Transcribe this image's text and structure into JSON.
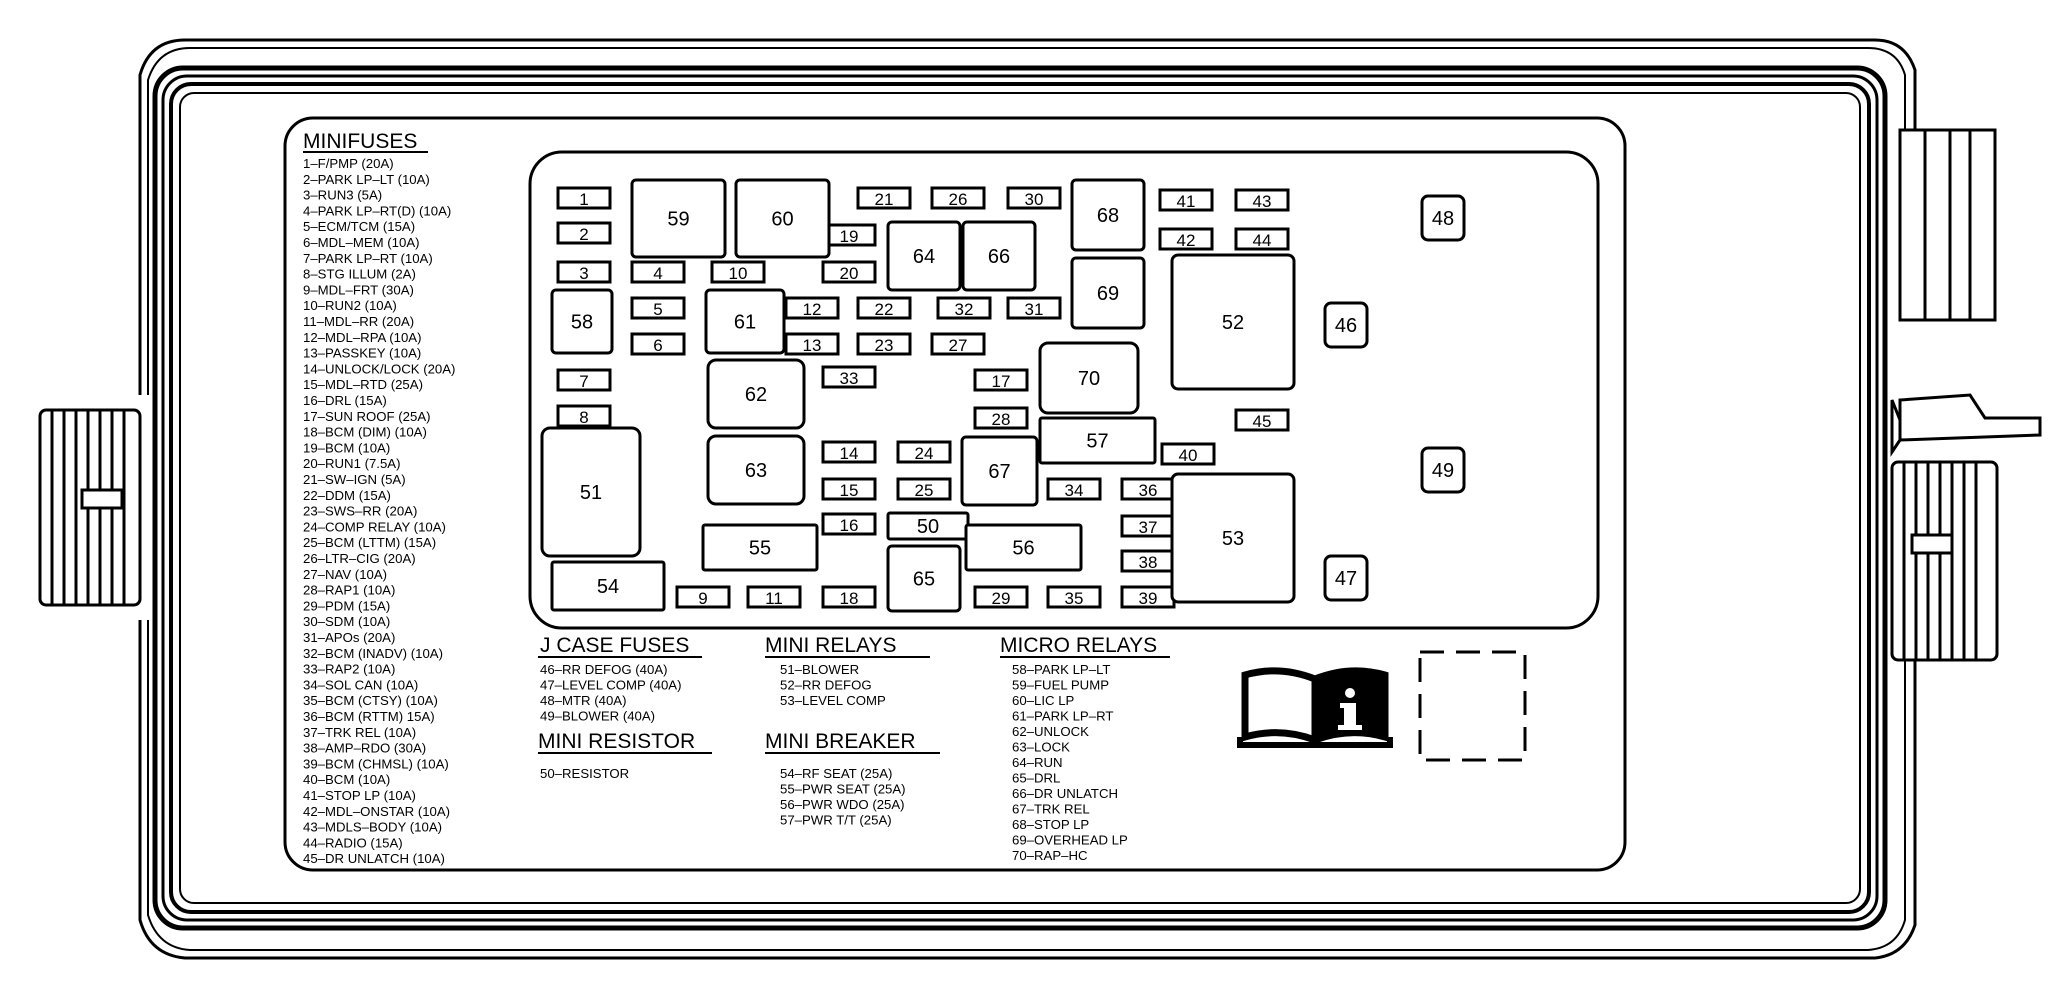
{
  "minifuses": {
    "title": "MINIFUSES",
    "items": [
      "1–F/PMP (20A)",
      "2–PARK LP–LT (10A)",
      "3–RUN3 (5A)",
      "4–PARK LP–RT(D) (10A)",
      "5–ECM/TCM (15A)",
      "6–MDL–MEM (10A)",
      "7–PARK LP–RT (10A)",
      "8–STG ILLUM (2A)",
      "9–MDL–FRT (30A)",
      "10–RUN2 (10A)",
      "11–MDL–RR (20A)",
      "12–MDL–RPA (10A)",
      "13–PASSKEY (10A)",
      "14–UNLOCK/LOCK (20A)",
      "15–MDL–RTD (25A)",
      "16–DRL (15A)",
      "17–SUN ROOF (25A)",
      "18–BCM (DIM) (10A)",
      "19–BCM (10A)",
      "20–RUN1 (7.5A)",
      "21–SW–IGN (5A)",
      "22–DDM (15A)",
      "23–SWS–RR (20A)",
      "24–COMP RELAY (10A)",
      "25–BCM (LTTM) (15A)",
      "26–LTR–CIG (20A)",
      "27–NAV (10A)",
      "28–RAP1 (10A)",
      "29–PDM (15A)",
      "30–SDM (10A)",
      "31–APOs (20A)",
      "32–BCM (INADV) (10A)",
      "33–RAP2 (10A)",
      "34–SOL CAN (10A)",
      "35–BCM (CTSY) (10A)",
      "36–BCM (RTTM) 15A)",
      "37–TRK REL (10A)",
      "38–AMP–RDO (30A)",
      "39–BCM (CHMSL) (10A)",
      "40–BCM (10A)",
      "41–STOP LP (10A)",
      "42–MDL–ONSTAR (10A)",
      "43–MDLS–BODY (10A)",
      "44–RADIO (15A)",
      "45–DR UNLATCH (10A)"
    ]
  },
  "jcase": {
    "title": "J CASE FUSES",
    "items": [
      "46–RR DEFOG (40A)",
      "47–LEVEL COMP (40A)",
      "48–MTR (40A)",
      "49–BLOWER (40A)"
    ]
  },
  "resistor": {
    "title": "MINI RESISTOR",
    "items": [
      "50–RESISTOR"
    ]
  },
  "minirelays": {
    "title": "MINI RELAYS",
    "items": [
      "51–BLOWER",
      "52–RR DEFOG",
      "53–LEVEL COMP"
    ]
  },
  "breaker": {
    "title": "MINI BREAKER",
    "items": [
      "54–RF SEAT (25A)",
      "55–PWR SEAT (25A)",
      "56–PWR WDO (25A)",
      "57–PWR T/T (25A)"
    ]
  },
  "microrelays": {
    "title": "MICRO RELAYS",
    "items": [
      "58–PARK LP–LT",
      "59–FUEL PUMP",
      "60–LIC LP",
      "61–PARK LP–RT",
      "62–UNLOCK",
      "63–LOCK",
      "64–RUN",
      "65–DRL",
      "66–DR UNLATCH",
      "67–TRK REL",
      "68–STOP LP",
      "69–OVERHEAD LP",
      "70–RAP–HC"
    ]
  },
  "fuses": [
    {
      "n": "1"
    },
    {
      "n": "2"
    },
    {
      "n": "3"
    },
    {
      "n": "4"
    },
    {
      "n": "5"
    },
    {
      "n": "6"
    },
    {
      "n": "7"
    },
    {
      "n": "8"
    },
    {
      "n": "9"
    },
    {
      "n": "10"
    },
    {
      "n": "11"
    },
    {
      "n": "12"
    },
    {
      "n": "13"
    },
    {
      "n": "14"
    },
    {
      "n": "15"
    },
    {
      "n": "16"
    },
    {
      "n": "17"
    },
    {
      "n": "18"
    },
    {
      "n": "19"
    },
    {
      "n": "20"
    },
    {
      "n": "21"
    },
    {
      "n": "22"
    },
    {
      "n": "23"
    },
    {
      "n": "24"
    },
    {
      "n": "25"
    },
    {
      "n": "26"
    },
    {
      "n": "27"
    },
    {
      "n": "28"
    },
    {
      "n": "29"
    },
    {
      "n": "30"
    },
    {
      "n": "31"
    },
    {
      "n": "32"
    },
    {
      "n": "33"
    },
    {
      "n": "34"
    },
    {
      "n": "35"
    },
    {
      "n": "36"
    },
    {
      "n": "37"
    },
    {
      "n": "38"
    },
    {
      "n": "39"
    },
    {
      "n": "40"
    },
    {
      "n": "41"
    },
    {
      "n": "42"
    },
    {
      "n": "43"
    },
    {
      "n": "44"
    },
    {
      "n": "45"
    }
  ],
  "components": [
    {
      "n": "46"
    },
    {
      "n": "47"
    },
    {
      "n": "48"
    },
    {
      "n": "49"
    },
    {
      "n": "50"
    },
    {
      "n": "51"
    },
    {
      "n": "52"
    },
    {
      "n": "53"
    },
    {
      "n": "54"
    },
    {
      "n": "55"
    },
    {
      "n": "56"
    },
    {
      "n": "57"
    },
    {
      "n": "58"
    },
    {
      "n": "59"
    },
    {
      "n": "60"
    },
    {
      "n": "61"
    },
    {
      "n": "62"
    },
    {
      "n": "63"
    },
    {
      "n": "64"
    },
    {
      "n": "65"
    },
    {
      "n": "66"
    },
    {
      "n": "67"
    },
    {
      "n": "68"
    },
    {
      "n": "69"
    },
    {
      "n": "70"
    }
  ],
  "icons": {
    "manual": "book-info-icon"
  }
}
